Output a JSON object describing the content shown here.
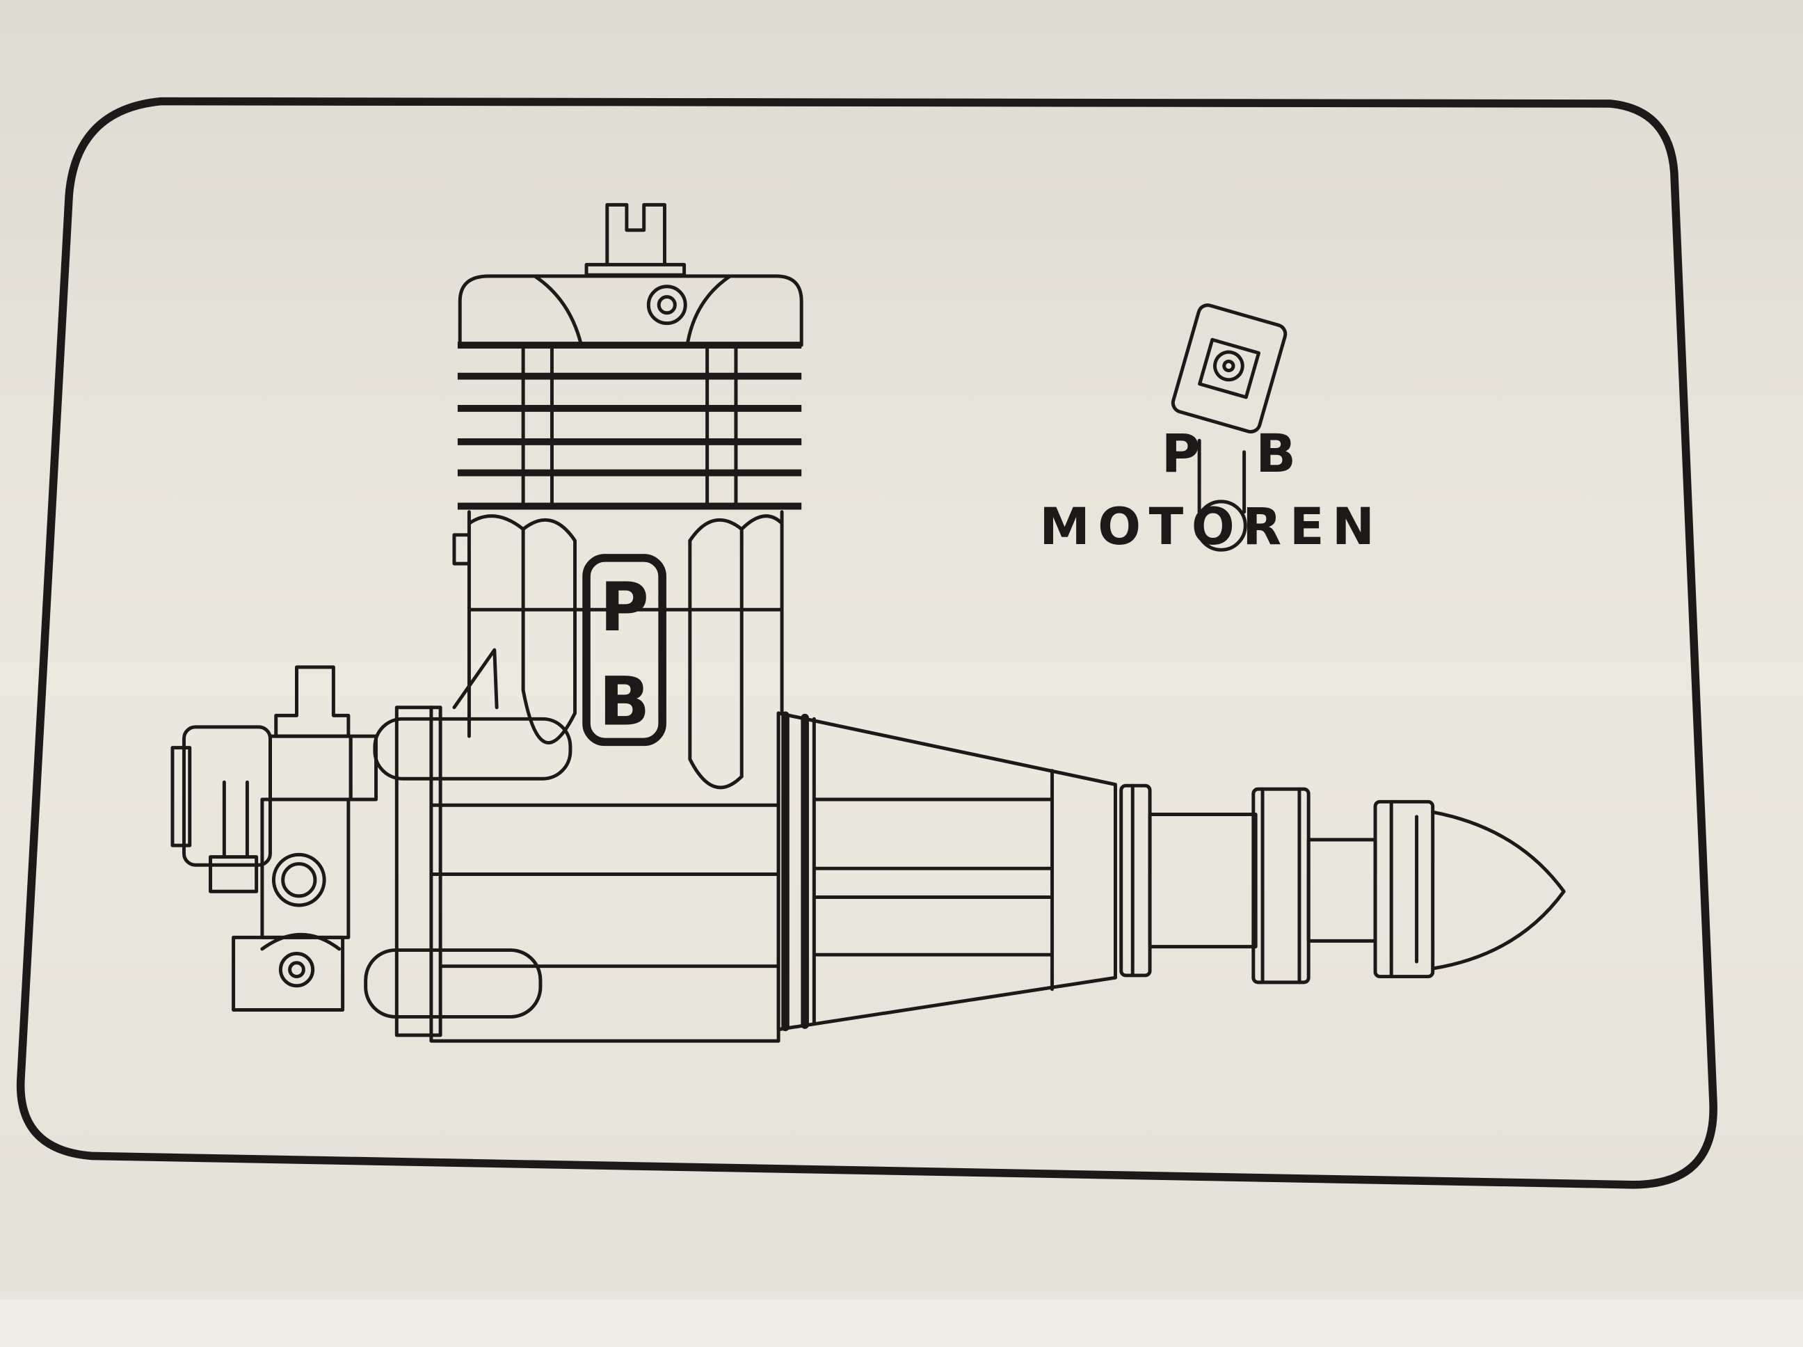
{
  "engine_badge": {
    "top": "P",
    "bottom": "B"
  },
  "logo": {
    "line1_left": "P",
    "line1_right": "B",
    "line2": "MOTOREN"
  },
  "colors": {
    "paper": "#e8e5db",
    "ink": "#1c1a18"
  }
}
